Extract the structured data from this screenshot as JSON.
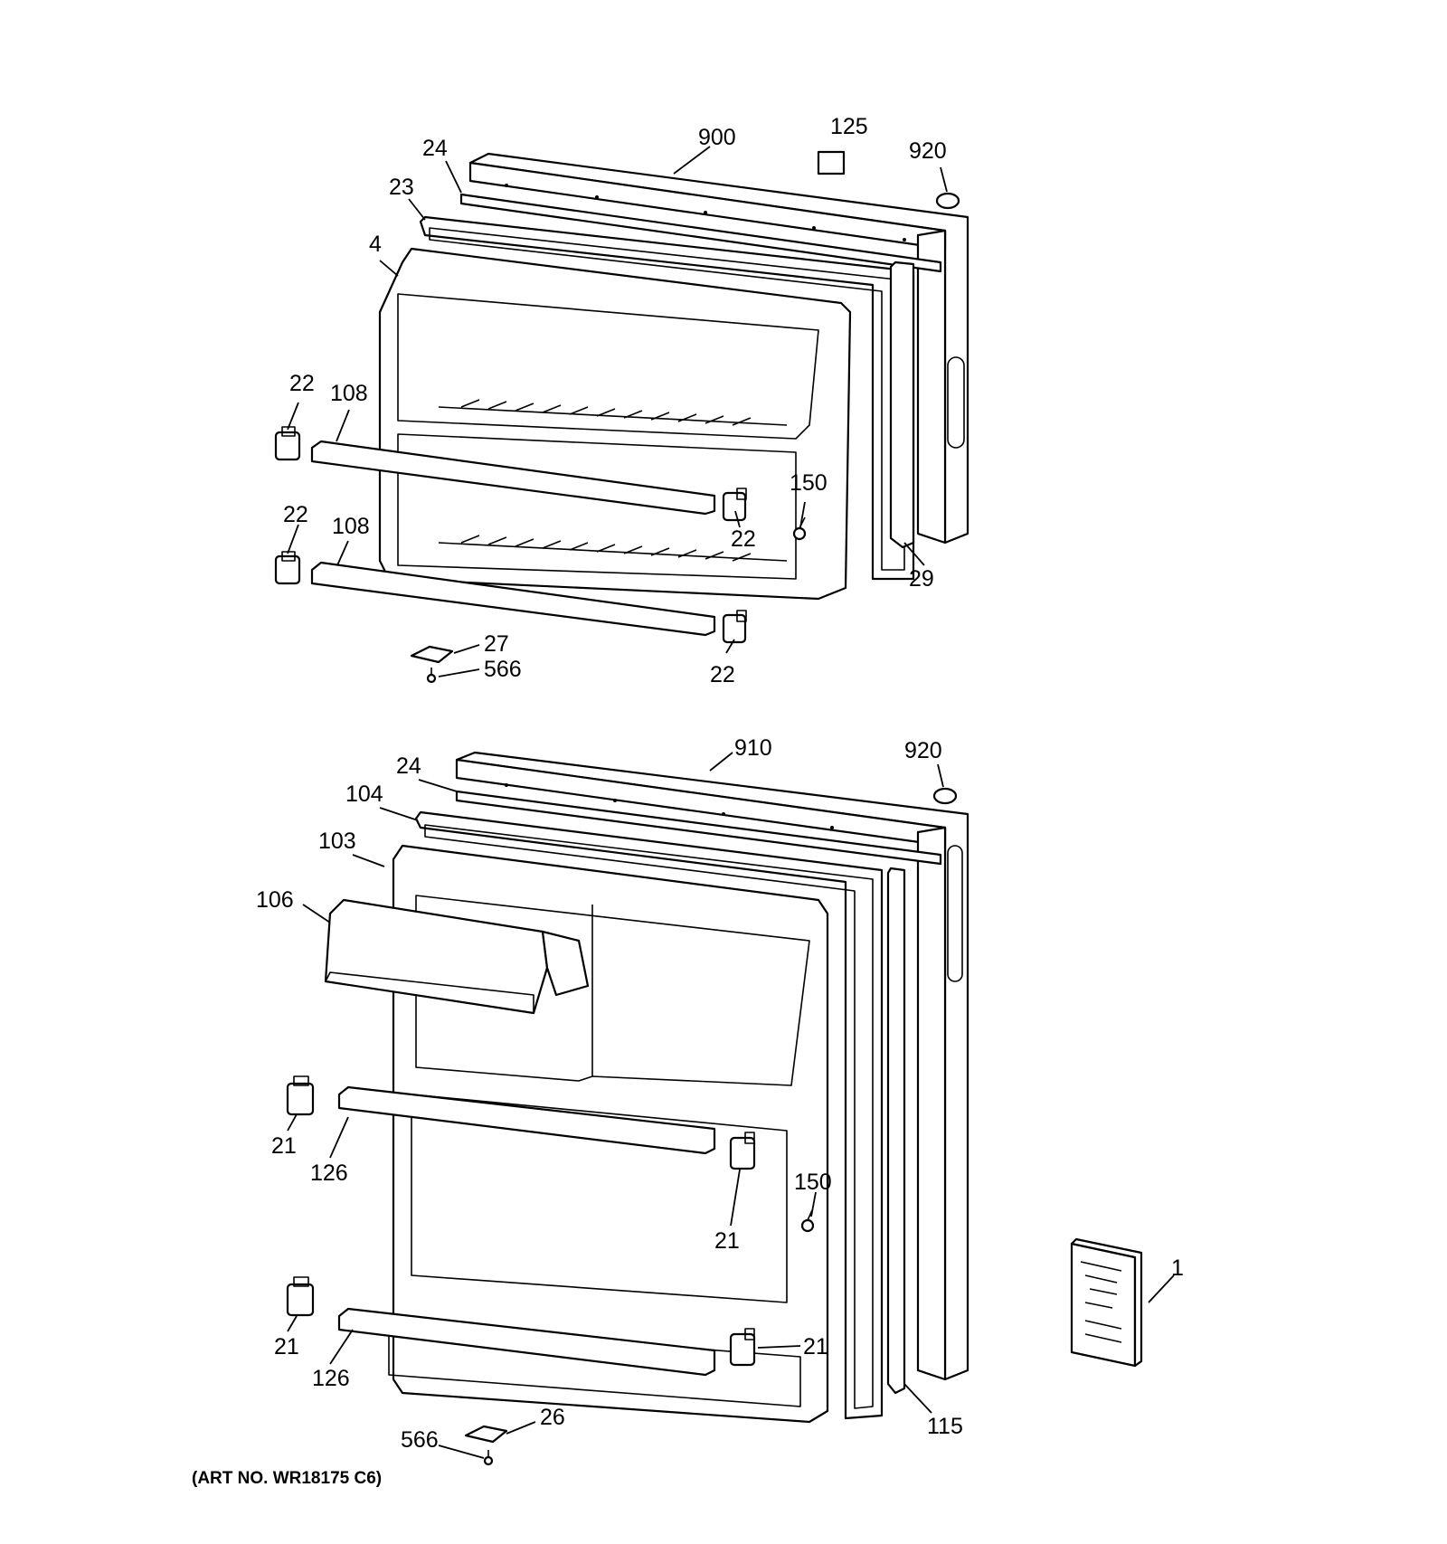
{
  "callouts": {
    "c900": "900",
    "c125": "125",
    "c920a": "920",
    "c24a": "24",
    "c23": "23",
    "c4": "4",
    "c22a": "22",
    "c108a": "108",
    "c150a": "150",
    "c22b": "22",
    "c22c": "22",
    "c108b": "108",
    "c29": "29",
    "c27": "27",
    "c566a": "566",
    "c22d": "22",
    "c910": "910",
    "c920b": "920",
    "c24b": "24",
    "c104": "104",
    "c103": "103",
    "c106": "106",
    "c21a": "21",
    "c126a": "126",
    "c21b": "21",
    "c150b": "150",
    "c21c": "21",
    "c21d": "21",
    "c126b": "126",
    "c1": "1",
    "c115": "115",
    "c26": "26",
    "c566b": "566"
  },
  "art_number": "(ART NO. WR18175 C6)"
}
